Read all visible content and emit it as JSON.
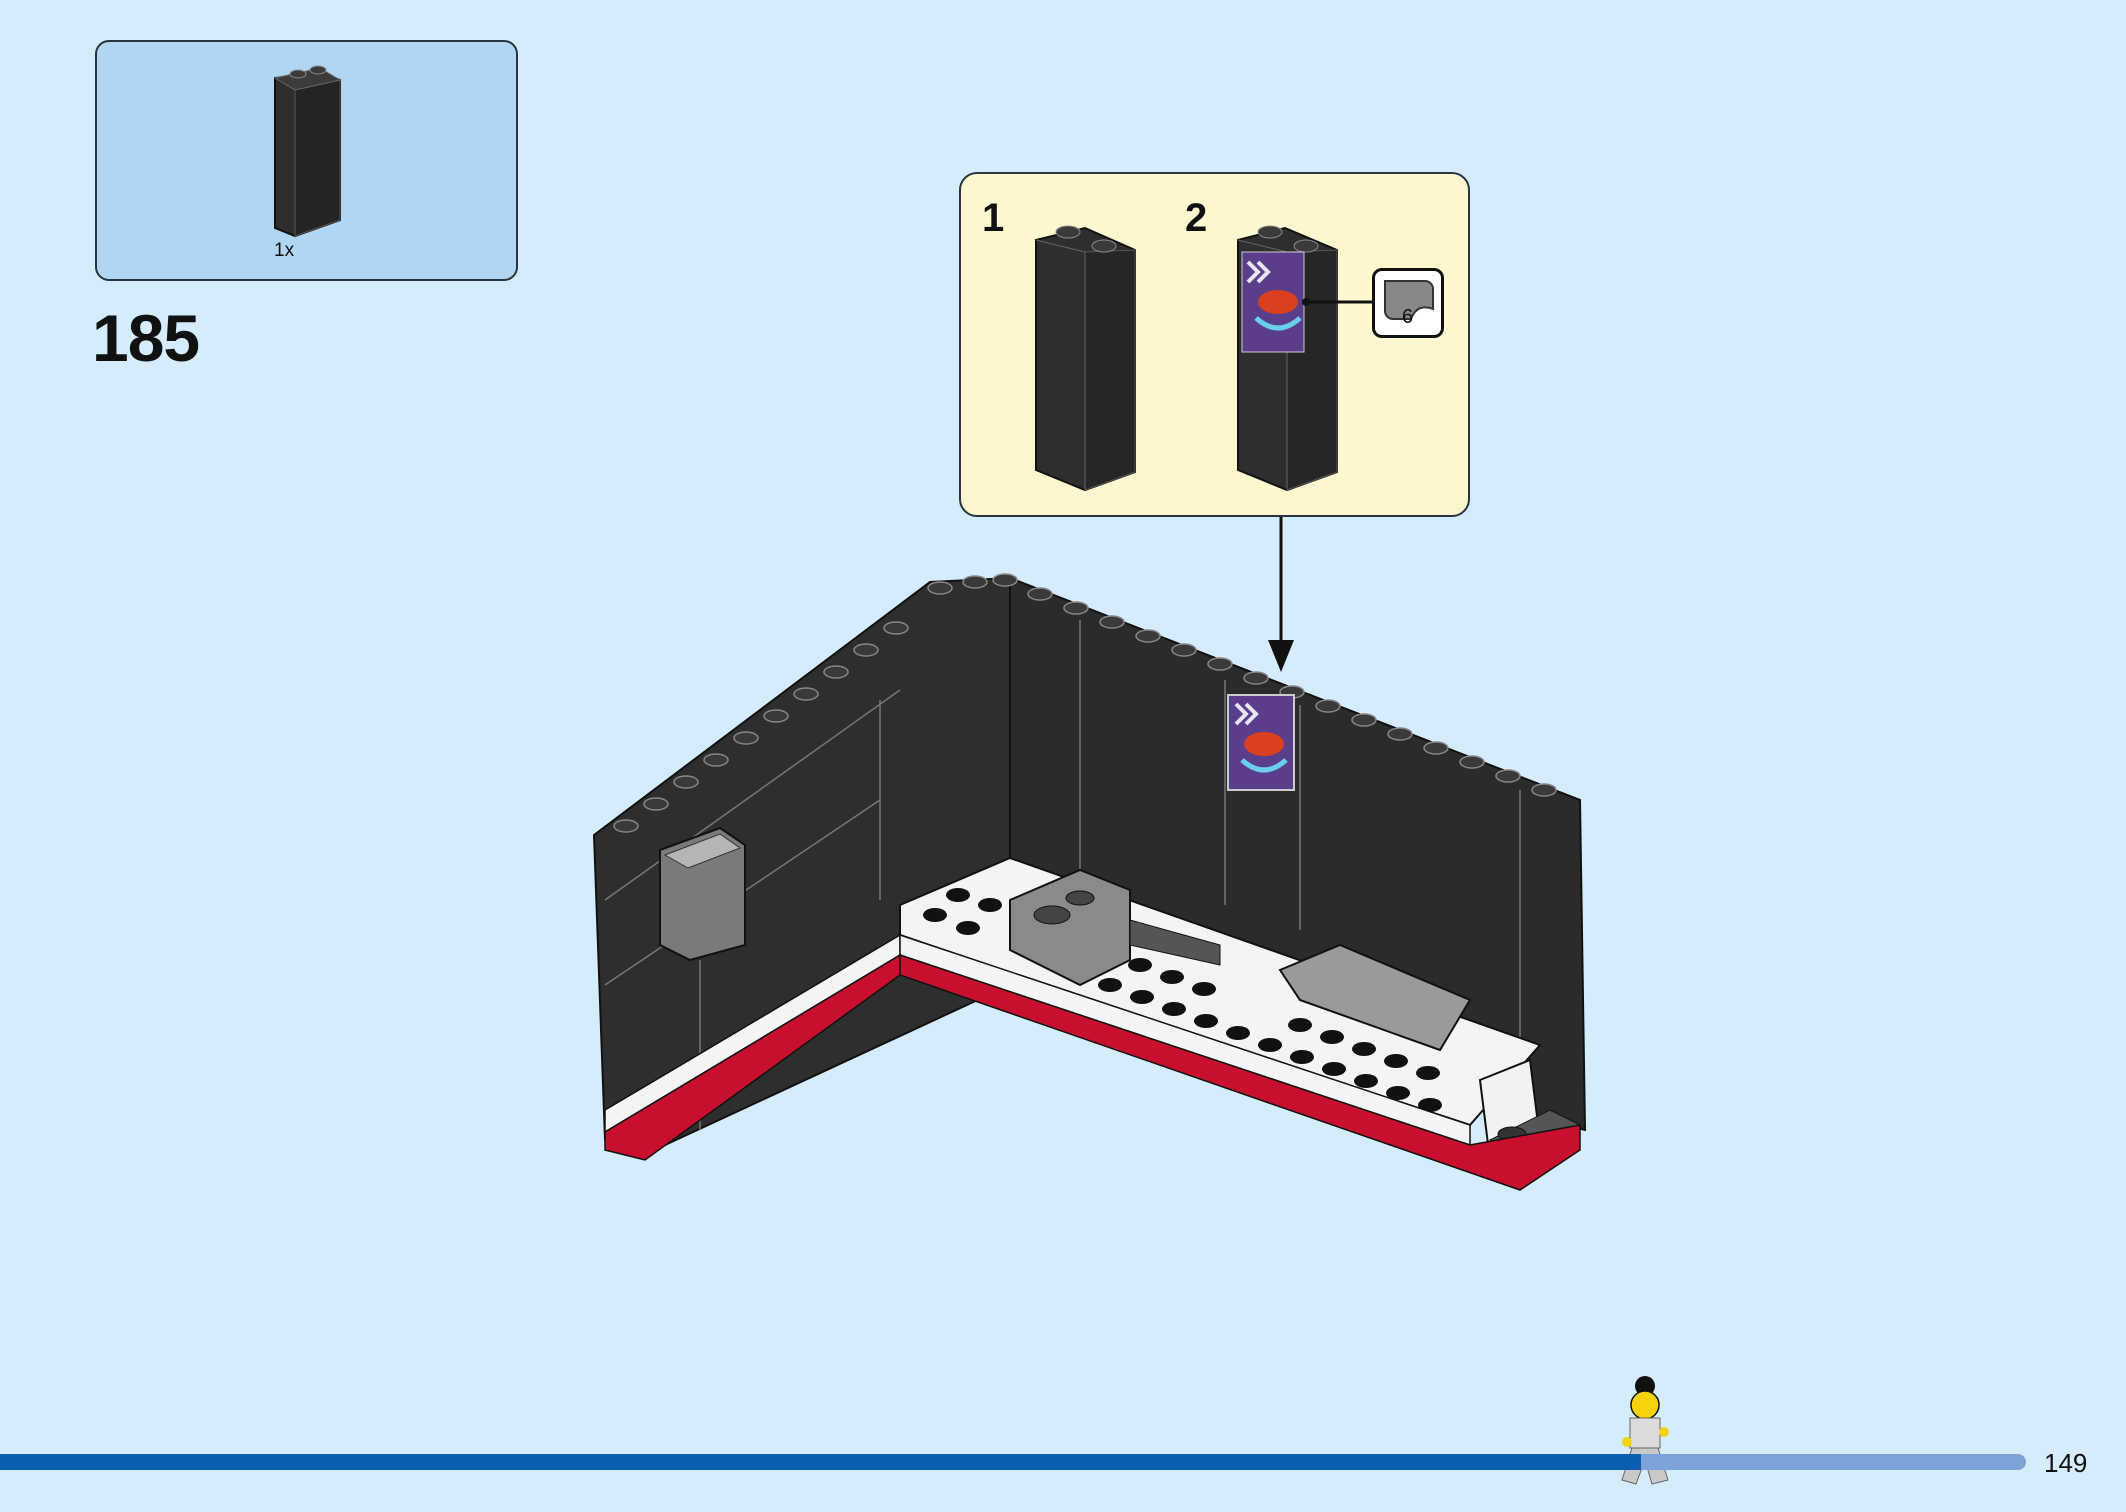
{
  "parts_list": {
    "quantity": "1x",
    "part_icon": "black-1x2x5-brick"
  },
  "step": {
    "number": "185"
  },
  "callout": {
    "substeps": [
      "1",
      "2"
    ],
    "sticker_number": "6"
  },
  "footer": {
    "page_number": "149",
    "progress_fraction": 0.81
  },
  "colors": {
    "background": "#d4ecfb",
    "parts_box": "#b1d6f4",
    "callout_box": "#fdf6cf",
    "progress_fill": "#0b5fb2",
    "progress_track": "#7ea3d8",
    "brick_black": "#2e2e2e",
    "base_red": "#c8102e"
  }
}
